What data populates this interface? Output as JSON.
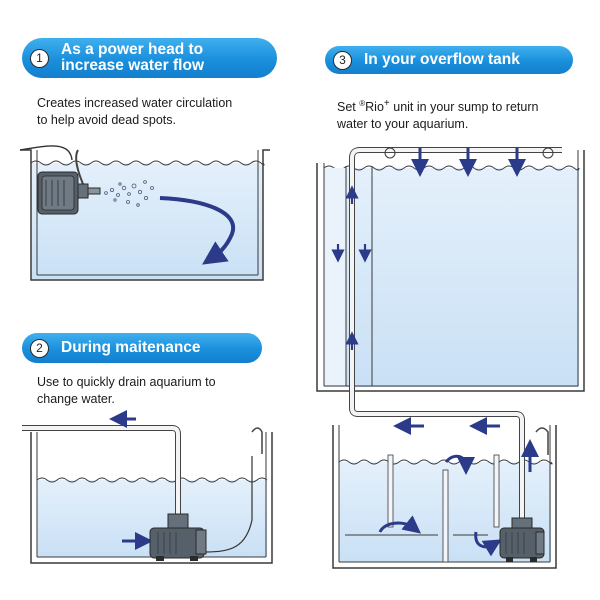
{
  "sections": [
    {
      "number": "1",
      "title": "As a power head to\nincrease water flow",
      "description": "Creates increased water circulation\nto help avoid dead spots."
    },
    {
      "number": "2",
      "title": "During maitenance",
      "description": "Use to quickly drain aquarium to\nchange water."
    },
    {
      "number": "3",
      "title": "In your overflow tank",
      "description_prefix": "Set ",
      "description_reg": "®",
      "description_brand": "Rio",
      "description_plus": "+",
      "description_rest": " unit in your sump to return\nwater to your aquarium."
    }
  ],
  "colors": {
    "pill_blue": "#1a8fdc",
    "water": "#d6e9f8",
    "arrow": "#2c3a8a",
    "pump": "#56606a",
    "outline": "#3a3a3a"
  }
}
